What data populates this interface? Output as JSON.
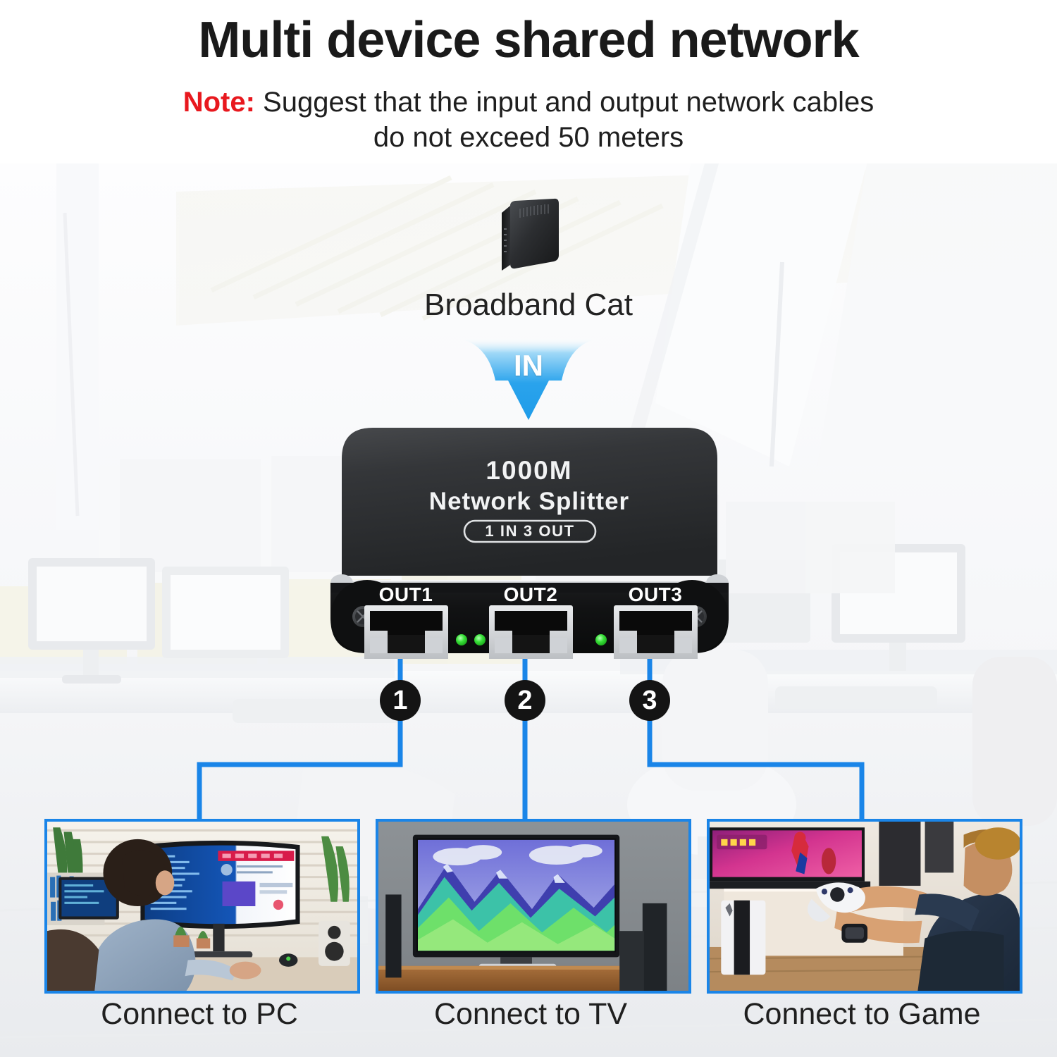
{
  "header": {
    "title": "Multi device shared network",
    "note_label": "Note:",
    "note_line1": " Suggest that the input and output network cables",
    "note_line2": "do not exceed 50 meters"
  },
  "source": {
    "device_label": "Broadband Cat",
    "arrow_label": "IN"
  },
  "device": {
    "brand_speed": "1000M",
    "product_name": "Network Splitter",
    "badge": "1 IN 3 OUT",
    "ports": [
      {
        "label": "OUT1"
      },
      {
        "label": "OUT2"
      },
      {
        "label": "OUT3"
      }
    ],
    "led_count": 3,
    "led_color": "#2fd02f"
  },
  "connections": [
    {
      "number": "1",
      "caption": "Connect to PC"
    },
    {
      "number": "2",
      "caption": "Connect to TV"
    },
    {
      "number": "3",
      "caption": "Connect to Game"
    }
  ],
  "colors": {
    "accent_blue": "#1a85e8",
    "note_red": "#E8181E",
    "device_black": "#232527",
    "text_dark": "#1f1f1f",
    "led_green": "#2fd02f"
  }
}
